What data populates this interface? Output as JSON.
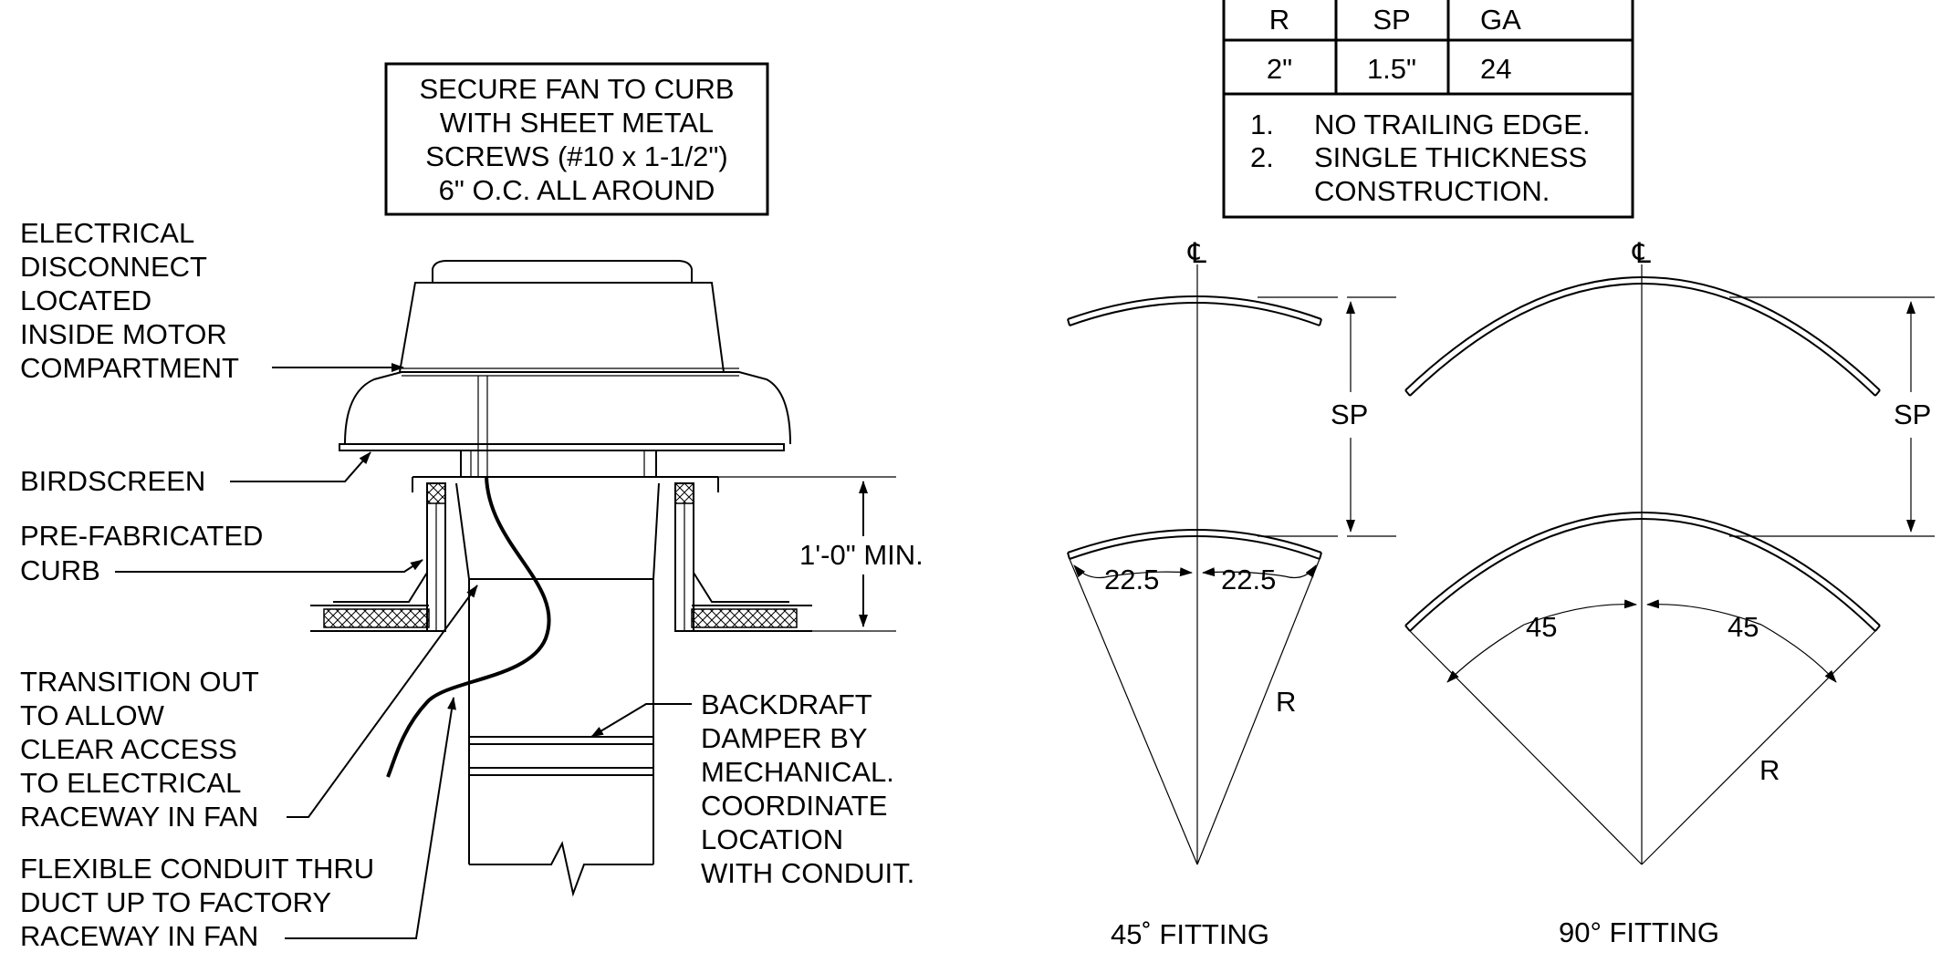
{
  "note_box": {
    "lines": [
      "SECURE FAN TO CURB",
      "WITH SHEET METAL",
      "SCREWS (#10 x 1-1/2\")",
      "6\" O.C. ALL AROUND"
    ]
  },
  "labels": {
    "electrical": [
      "ELECTRICAL",
      "DISCONNECT",
      "LOCATED",
      "INSIDE MOTOR",
      "COMPARTMENT"
    ],
    "birdscreen": "BIRDSCREEN",
    "curb": [
      "PRE-FABRICATED",
      "CURB"
    ],
    "transition": [
      "TRANSITION OUT",
      "TO ALLOW",
      "CLEAR ACCESS",
      "TO ELECTRICAL",
      "RACEWAY IN FAN"
    ],
    "conduit": [
      "FLEXIBLE CONDUIT THRU",
      "DUCT UP TO FACTORY",
      "RACEWAY IN FAN"
    ],
    "backdraft": [
      "BACKDRAFT",
      "DAMPER BY",
      "MECHANICAL.",
      "COORDINATE",
      "LOCATION",
      "WITH CONDUIT."
    ],
    "min_height": "1'-0\" MIN."
  },
  "spec_table": {
    "headers": [
      "R",
      "SP",
      "GA"
    ],
    "values": [
      "2\"",
      "1.5\"",
      "24"
    ],
    "notes": [
      {
        "num": "1.",
        "text": "NO TRAILING EDGE."
      },
      {
        "num": "2.",
        "text": "SINGLE THICKNESS"
      },
      {
        "num": "",
        "text": "CONSTRUCTION."
      }
    ]
  },
  "fittings": {
    "left": {
      "caption": "45˚ FITTING",
      "centerline": "℄",
      "sp": "SP",
      "r": "R",
      "angle_left": "22.5",
      "angle_right": "22.5"
    },
    "right": {
      "caption": "90° FITTING",
      "centerline": "℄",
      "sp": "SP",
      "r": "R",
      "angle_left": "45",
      "angle_right": "45"
    }
  }
}
